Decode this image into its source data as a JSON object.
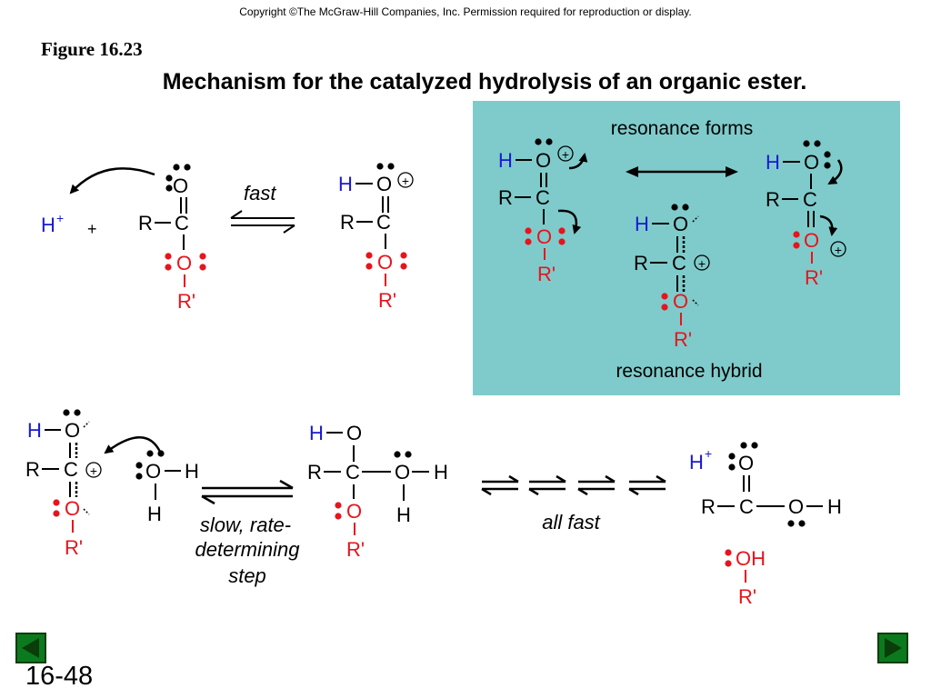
{
  "header": {
    "copyright": "Copyright ©The McGraw-Hill Companies, Inc.  Permission required for reproduction or display.",
    "figure_label": "Figure 16.23",
    "title": "Mechanism for the catalyzed hydrolysis of an organic ester."
  },
  "labels": {
    "fast": "fast",
    "resonance_forms": "resonance forms",
    "resonance_hybrid": "resonance hybrid",
    "slow_line1": "slow, rate-",
    "slow_line2": "determining",
    "slow_line3": "step",
    "all_fast": "all fast",
    "plus": "+"
  },
  "atoms": {
    "O": "O",
    "C": "C",
    "R": "R",
    "Rp": "R'",
    "H": "H",
    "Hplus": "H",
    "OH": "OH",
    "charge_plus": "+"
  },
  "footer": {
    "slide_number": "16-48",
    "prev_icon": "left-arrow-icon",
    "next_icon": "right-arrow-icon"
  },
  "colors": {
    "hydrogen": "#1a1ad0",
    "ester_oxygen": "#e8141c",
    "panel": "#7fcbcb",
    "nav_green": "#0b7a1e"
  }
}
